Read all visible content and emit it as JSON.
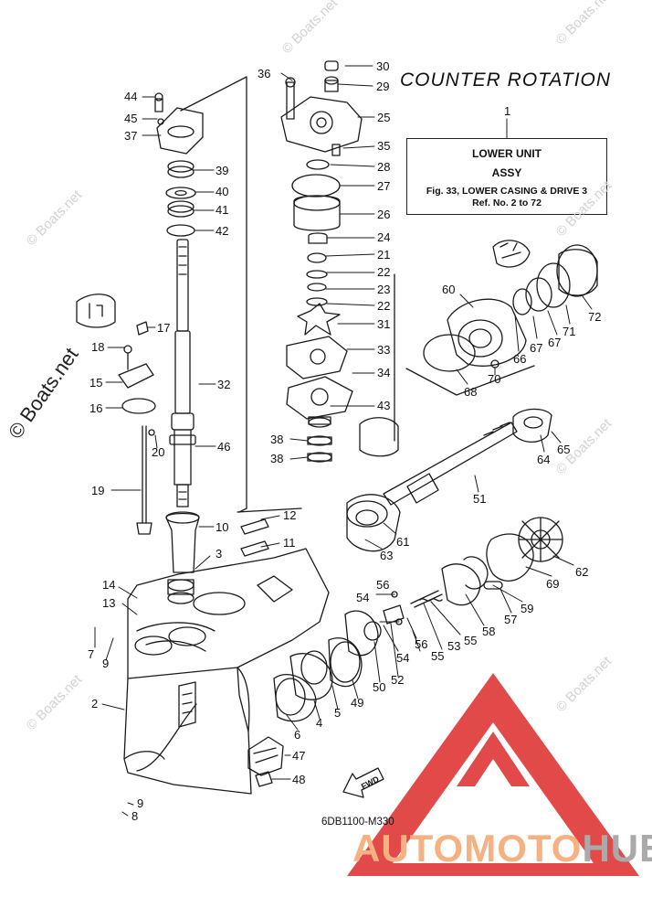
{
  "title": "COUNTER ROTATION",
  "info_box": {
    "number": "1",
    "line1": "LOWER UNIT",
    "line2": "ASSY",
    "line3": "Fig. 33, LOWER CASING & DRIVE 3",
    "line4": "Ref. No. 2 to 72"
  },
  "diagram_code": "6DB1100-M330",
  "fwd_label": "FWD",
  "watermark": "© Boats.net",
  "logo": {
    "part1": "AUTOMOTO",
    "part2": "HUB"
  },
  "colors": {
    "line": "#1a1a1a",
    "logo_salmon": "#f6b183",
    "logo_gray": "#aaaaaa",
    "watermark": "#d2d2d2"
  },
  "callouts": [
    {
      "id": "c30",
      "text": "30"
    },
    {
      "id": "c29",
      "text": "29"
    },
    {
      "id": "c36",
      "text": "36"
    },
    {
      "id": "c44",
      "text": "44"
    },
    {
      "id": "c45",
      "text": "45"
    },
    {
      "id": "c37",
      "text": "37"
    },
    {
      "id": "c25",
      "text": "25"
    },
    {
      "id": "c35",
      "text": "35"
    },
    {
      "id": "c28",
      "text": "28"
    },
    {
      "id": "c39",
      "text": "39"
    },
    {
      "id": "c27",
      "text": "27"
    },
    {
      "id": "c40",
      "text": "40"
    },
    {
      "id": "c41",
      "text": "41"
    },
    {
      "id": "c42",
      "text": "42"
    },
    {
      "id": "c26",
      "text": "26"
    },
    {
      "id": "c24",
      "text": "24"
    },
    {
      "id": "c21",
      "text": "21"
    },
    {
      "id": "c22a",
      "text": "22"
    },
    {
      "id": "c23",
      "text": "23"
    },
    {
      "id": "c22b",
      "text": "22"
    },
    {
      "id": "c31",
      "text": "31"
    },
    {
      "id": "c17",
      "text": "17"
    },
    {
      "id": "c18",
      "text": "18"
    },
    {
      "id": "c33",
      "text": "33"
    },
    {
      "id": "c15",
      "text": "15"
    },
    {
      "id": "c34",
      "text": "34"
    },
    {
      "id": "c32",
      "text": "32"
    },
    {
      "id": "c16",
      "text": "16"
    },
    {
      "id": "c43",
      "text": "43"
    },
    {
      "id": "c38a",
      "text": "38"
    },
    {
      "id": "c38b",
      "text": "38"
    },
    {
      "id": "c20",
      "text": "20"
    },
    {
      "id": "c46",
      "text": "46"
    },
    {
      "id": "c19",
      "text": "19"
    },
    {
      "id": "c12",
      "text": "12"
    },
    {
      "id": "c10",
      "text": "10"
    },
    {
      "id": "c11",
      "text": "11"
    },
    {
      "id": "c3",
      "text": "3"
    },
    {
      "id": "c14",
      "text": "14"
    },
    {
      "id": "c13",
      "text": "13"
    },
    {
      "id": "c7",
      "text": "7"
    },
    {
      "id": "c9a",
      "text": "9"
    },
    {
      "id": "c2",
      "text": "2"
    },
    {
      "id": "c6",
      "text": "6"
    },
    {
      "id": "c4",
      "text": "4"
    },
    {
      "id": "c5",
      "text": "5"
    },
    {
      "id": "c49",
      "text": "49"
    },
    {
      "id": "c50",
      "text": "50"
    },
    {
      "id": "c52",
      "text": "52"
    },
    {
      "id": "c47",
      "text": "47"
    },
    {
      "id": "c48",
      "text": "48"
    },
    {
      "id": "c9b",
      "text": "9"
    },
    {
      "id": "c8",
      "text": "8"
    },
    {
      "id": "c60",
      "text": "60"
    },
    {
      "id": "c72",
      "text": "72"
    },
    {
      "id": "c66",
      "text": "66"
    },
    {
      "id": "c67a",
      "text": "67"
    },
    {
      "id": "c67b",
      "text": "67"
    },
    {
      "id": "c71",
      "text": "71"
    },
    {
      "id": "c70",
      "text": "70"
    },
    {
      "id": "c68",
      "text": "68"
    },
    {
      "id": "c64",
      "text": "64"
    },
    {
      "id": "c65",
      "text": "65"
    },
    {
      "id": "c51",
      "text": "51"
    },
    {
      "id": "c61",
      "text": "61"
    },
    {
      "id": "c63",
      "text": "63"
    },
    {
      "id": "c62",
      "text": "62"
    },
    {
      "id": "c69",
      "text": "69"
    },
    {
      "id": "c59",
      "text": "59"
    },
    {
      "id": "c57",
      "text": "57"
    },
    {
      "id": "c58",
      "text": "58"
    },
    {
      "id": "c56a",
      "text": "56"
    },
    {
      "id": "c54a",
      "text": "54"
    },
    {
      "id": "c55a",
      "text": "55"
    },
    {
      "id": "c53",
      "text": "53"
    },
    {
      "id": "c56b",
      "text": "56"
    },
    {
      "id": "c55b",
      "text": "55"
    },
    {
      "id": "c54b",
      "text": "54"
    }
  ]
}
